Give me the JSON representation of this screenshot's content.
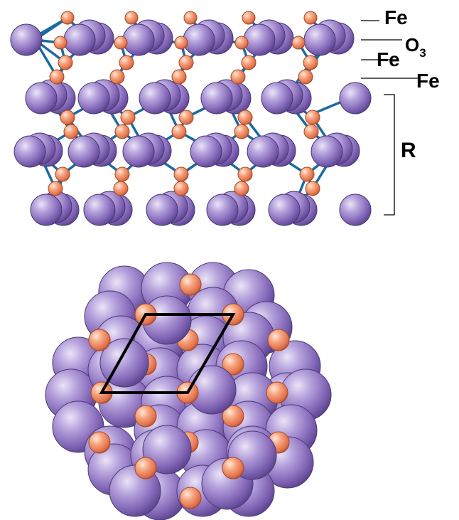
{
  "labels": {
    "layer_fe_top": "Fe",
    "layer_o3_main": "O",
    "layer_o3_sub": "3",
    "layer_fe_mid": "Fe",
    "layer_fe_bottom": "Fe",
    "bulk": "R"
  },
  "colors": {
    "large_atom": "#8870b8",
    "small_atom": "#f0906a",
    "bond": "#1c6aa0",
    "line": "#000000"
  }
}
